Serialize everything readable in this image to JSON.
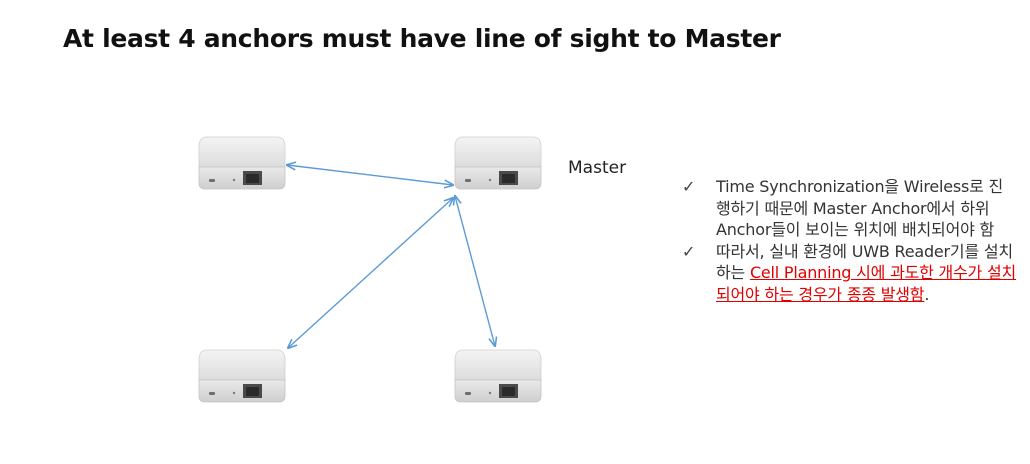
{
  "title": "At least 4 anchors must have line of sight to Master",
  "labels": {
    "master": "Master"
  },
  "icons": {
    "check": "check-icon"
  },
  "notes": [
    {
      "check": "✓",
      "text": "Time Synchronization을 Wireless로 진행하기 때문에 Master Anchor에서 하위 Anchor들이 보이는 위치에 배치되어야 함"
    },
    {
      "check": "✓",
      "text_before": "따라서, 실내 환경에 UWB Reader기를 설치하는 ",
      "highlight": "Cell Planning 시에 과도한 개수가 설치되어야 하는 경우가 종종 발생함",
      "text_after": "."
    }
  ],
  "colors": {
    "arrow": "#5b9bd5",
    "highlight": "#e00000",
    "device": "#e7e7e7"
  }
}
